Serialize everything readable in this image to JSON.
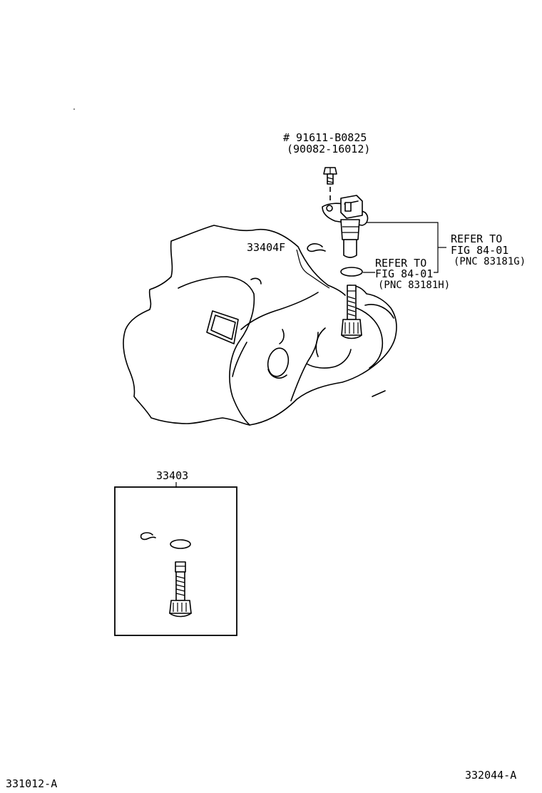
{
  "labels": {
    "bolt_part": "# 91611-B0825",
    "bolt_alt": "(90082-16012)",
    "refer_sensor_1": "REFER TO",
    "refer_sensor_2": "FIG 84-01",
    "refer_sensor_3": "(PNC 83181G)",
    "refer_oring_1": "REFER TO",
    "refer_oring_2": "FIG 84-01",
    "refer_oring_3": "(PNC 83181H)",
    "clip_part": "33404F",
    "kit_part": "33403",
    "footer_left": "331012-A",
    "footer_right": "332044-A"
  }
}
